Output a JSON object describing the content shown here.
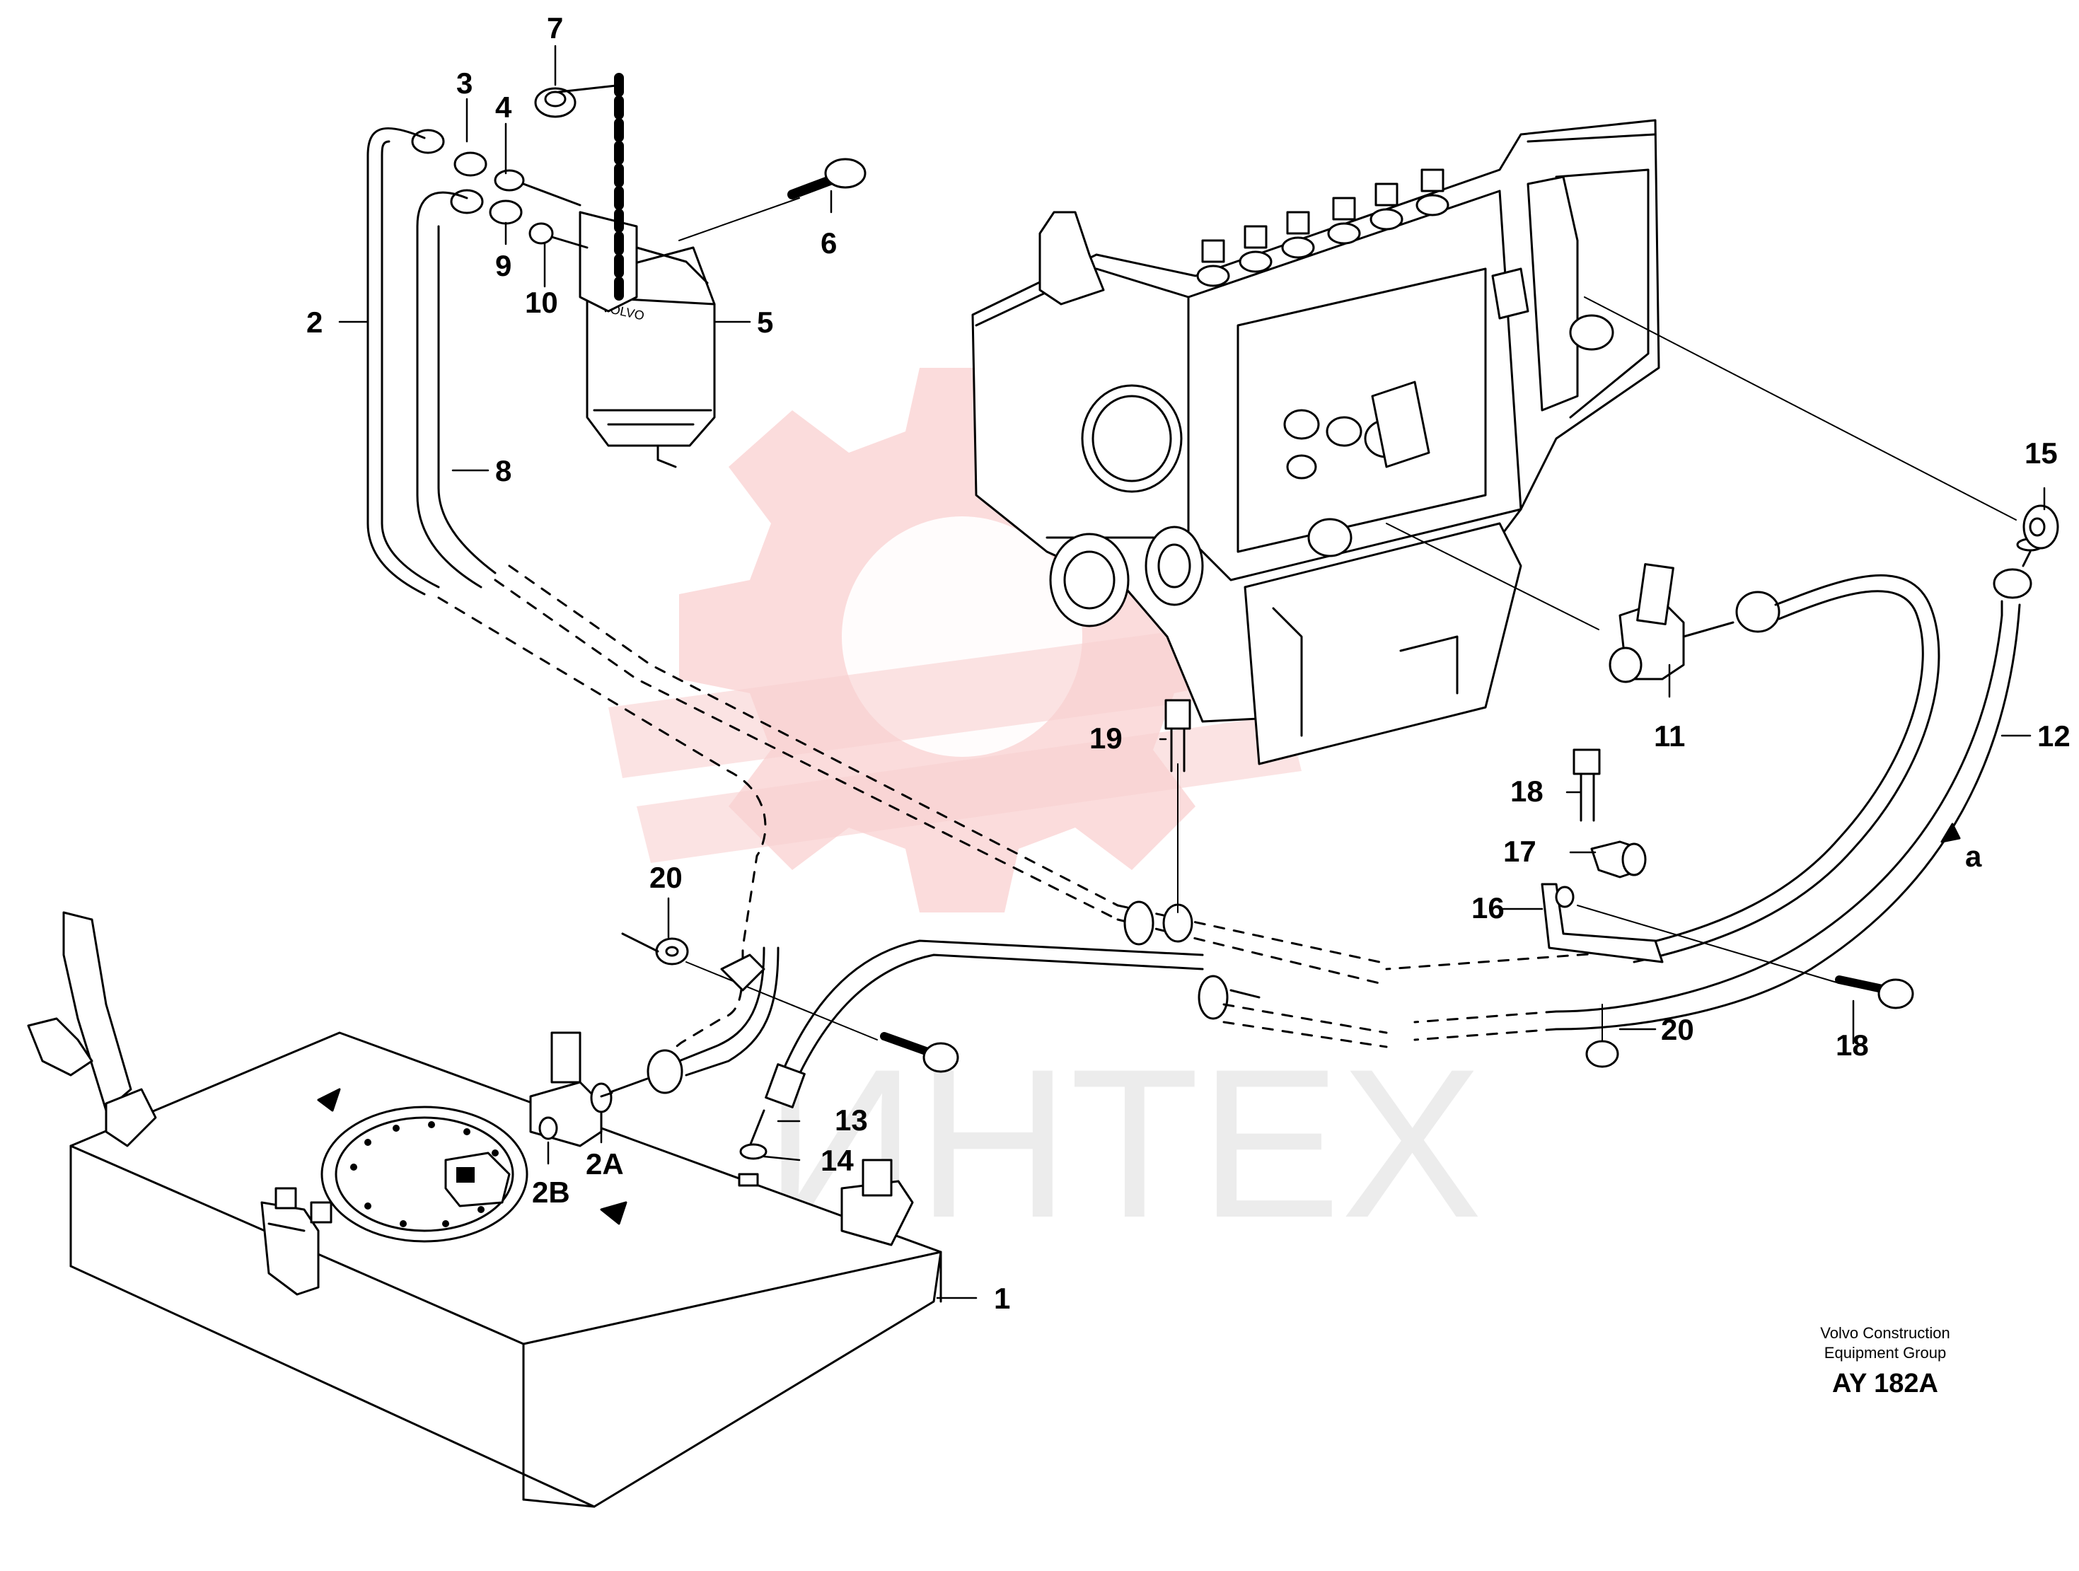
{
  "diagram": {
    "callouts": {
      "c1": "1",
      "c2": "2",
      "c2a": "2A",
      "c2b": "2B",
      "c3": "3",
      "c4": "4",
      "c5": "5",
      "c6": "6",
      "c7": "7",
      "c8": "8",
      "c9": "9",
      "c10": "10",
      "c11": "11",
      "c12": "12",
      "c13": "13",
      "c14": "14",
      "c15": "15",
      "c16": "16",
      "c17": "17",
      "c18a": "18",
      "c18b": "18",
      "c19": "19",
      "c20a": "20",
      "c20b": "20",
      "ca": "a"
    },
    "credit_line1": "Volvo Construction",
    "credit_line2": "Equipment Group",
    "drawing_code": "AY 182A",
    "watermark_text": "ИНТЕХ"
  },
  "colors": {
    "line": "#000000",
    "watermark_logo": "#f7c9c9",
    "watermark_text": "#ececec",
    "background": "#ffffff"
  }
}
